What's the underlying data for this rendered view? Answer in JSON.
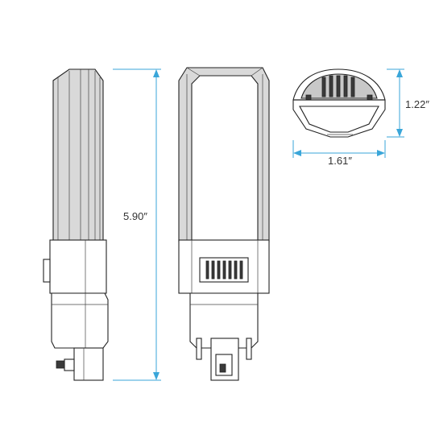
{
  "dimensions": {
    "height_label": "5.90″",
    "depth_label": "1.22″",
    "width_label": "1.61″"
  },
  "colors": {
    "dimension_line": "#3aa6d9",
    "outline": "#222222",
    "body_fill": "#d9d9d9"
  }
}
